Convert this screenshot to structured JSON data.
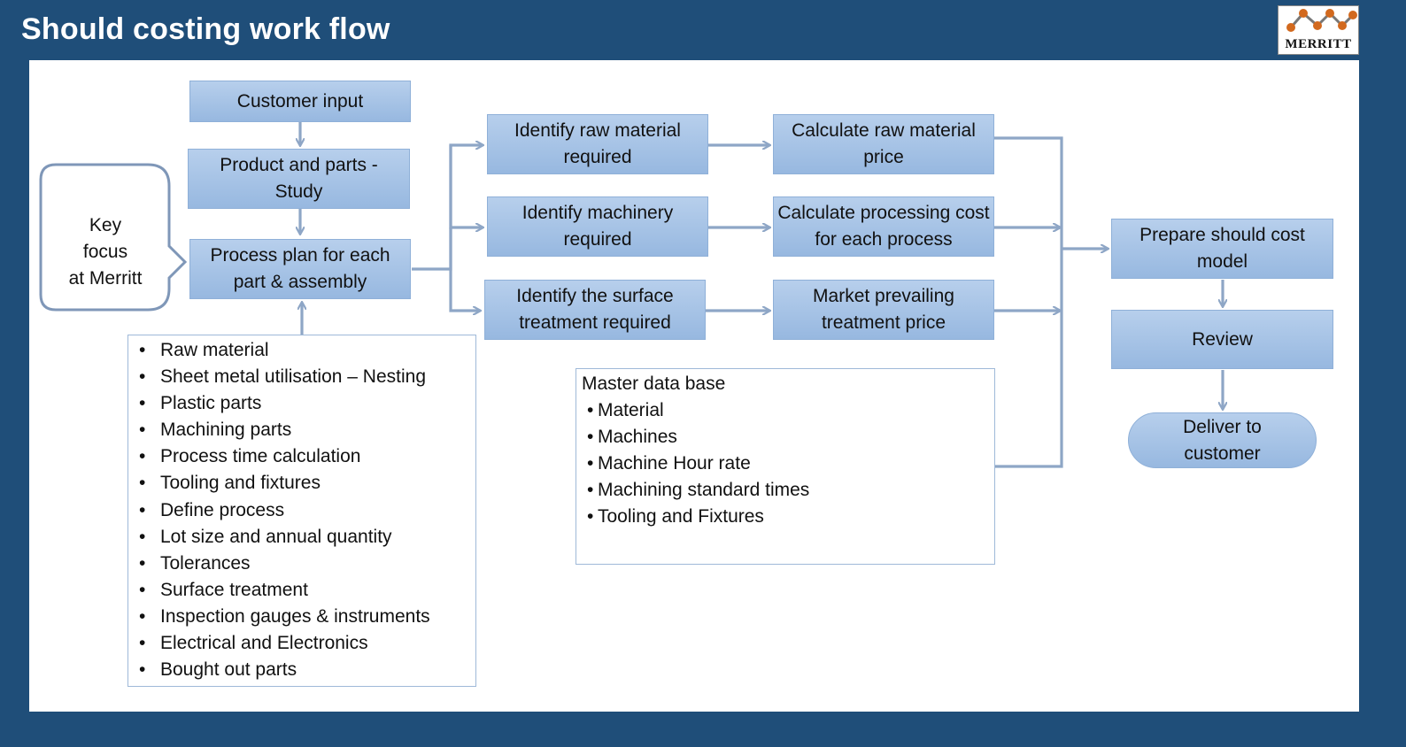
{
  "header": {
    "title": "Should costing work flow",
    "logo_text": "MERRITT"
  },
  "colors": {
    "frame": "#1f4e79",
    "box_fill_top": "#b7cfec",
    "box_fill_bottom": "#97b8e0",
    "connector": "#8ea6c6"
  },
  "callout": {
    "text_line1": "Key focus",
    "text_line2": "at Merritt"
  },
  "flow": {
    "customer_input": "Customer input",
    "product_study": [
      "Product and parts -",
      "Study"
    ],
    "process_plan": [
      "Process plan for each",
      "part & assembly"
    ],
    "identify_raw": [
      "Identify raw material",
      "required"
    ],
    "identify_machinery": [
      "Identify machinery",
      "required"
    ],
    "identify_surface": [
      "Identify the surface",
      "treatment required"
    ],
    "calc_raw": [
      "Calculate raw material",
      "price"
    ],
    "calc_processing": [
      "Calculate processing cost",
      "for each process"
    ],
    "market_price": [
      "Market  prevailing",
      "treatment price"
    ],
    "prepare_model": [
      "Prepare should cost",
      "model"
    ],
    "review": "Review",
    "deliver": [
      "Deliver to",
      "customer"
    ]
  },
  "inputs_list": [
    "Raw material",
    "Sheet metal utilisation – Nesting",
    "Plastic parts",
    "Machining parts",
    "Process time calculation",
    "Tooling and fixtures",
    "Define process",
    "Lot size and annual quantity",
    "Tolerances",
    "Surface treatment",
    "Inspection gauges & instruments",
    "Electrical and Electronics",
    "Bought out parts"
  ],
  "master_db": {
    "title": "Master data base",
    "items": [
      "Material",
      "Machines",
      "Machine Hour rate",
      "Machining standard times",
      "Tooling and Fixtures"
    ]
  }
}
